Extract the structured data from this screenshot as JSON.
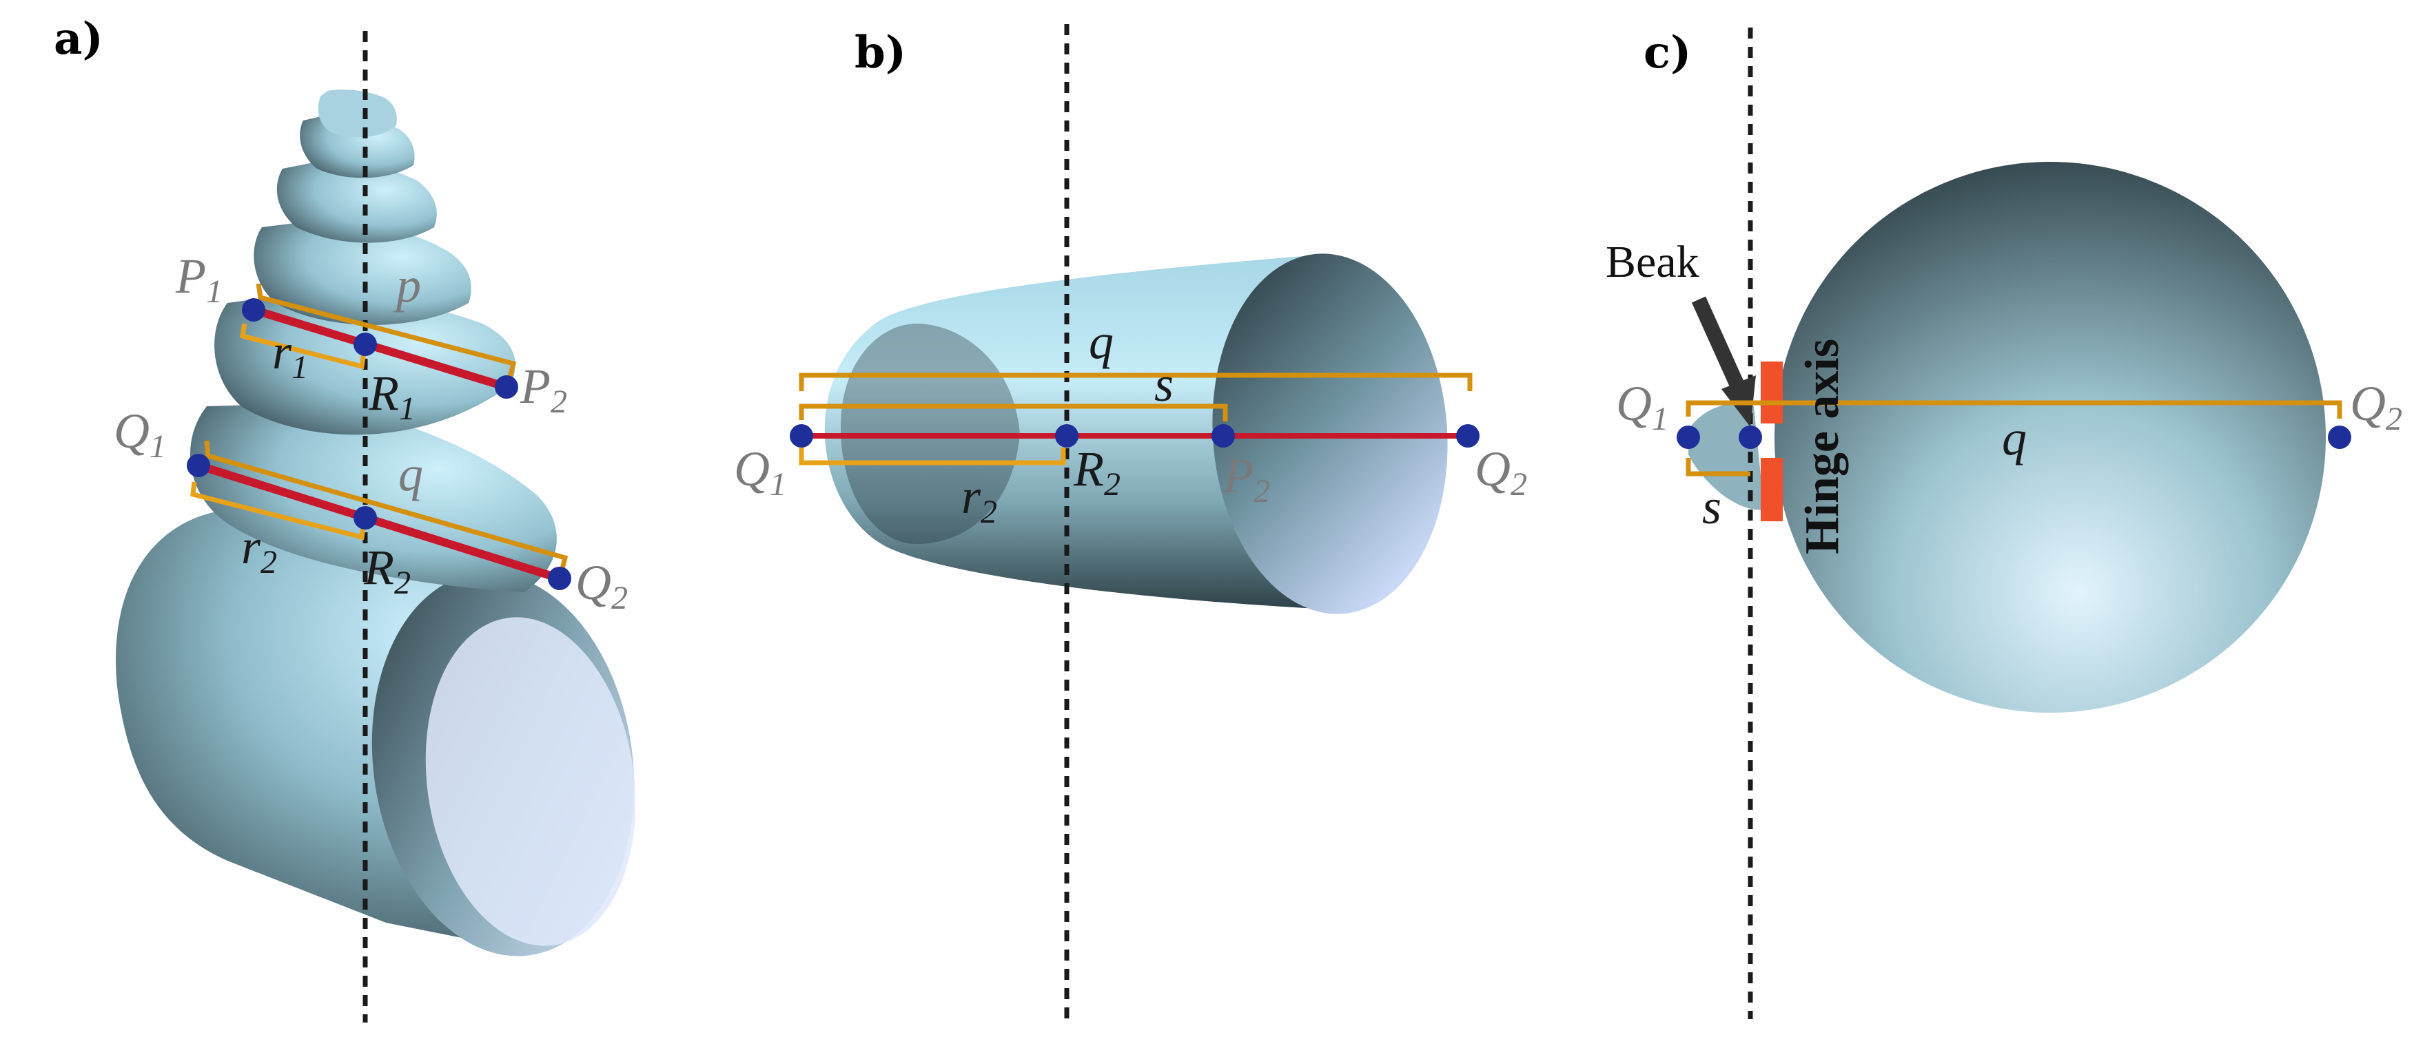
{
  "panels": {
    "a": {
      "label": "a)",
      "points": {
        "P1": {
          "main": "P",
          "sub": "1"
        },
        "P2": {
          "main": "P",
          "sub": "2"
        },
        "R1": {
          "main": "R",
          "sub": "1"
        },
        "Q1": {
          "main": "Q",
          "sub": "1"
        },
        "Q2": {
          "main": "Q",
          "sub": "2"
        },
        "R2": {
          "main": "R",
          "sub": "2"
        }
      },
      "brackets": {
        "p": "p",
        "q": "q",
        "r1": {
          "main": "r",
          "sub": "1"
        },
        "r2": {
          "main": "r",
          "sub": "2"
        }
      }
    },
    "b": {
      "label": "b)",
      "points": {
        "Q1": {
          "main": "Q",
          "sub": "1"
        },
        "R2": {
          "main": "R",
          "sub": "2"
        },
        "P2": {
          "main": "P",
          "sub": "2"
        },
        "Q2": {
          "main": "Q",
          "sub": "2"
        }
      },
      "brackets": {
        "q": "q",
        "s": "s",
        "r2": {
          "main": "r",
          "sub": "2"
        }
      }
    },
    "c": {
      "label": "c)",
      "points": {
        "Q1": {
          "main": "Q",
          "sub": "1"
        },
        "Q2": {
          "main": "Q",
          "sub": "2"
        }
      },
      "brackets": {
        "q": "q",
        "s": "s"
      },
      "beak_label": "Beak",
      "hinge_label": "Hinge axis"
    }
  },
  "colors": {
    "point": "#1f2f9a",
    "segment": "#c8182c",
    "bracket": "#d4900e",
    "hinge_marker": "#f0502a",
    "shell_light": "#c9ecfa",
    "shell_dark": "#34494f",
    "axis": "#1a1a1a"
  }
}
